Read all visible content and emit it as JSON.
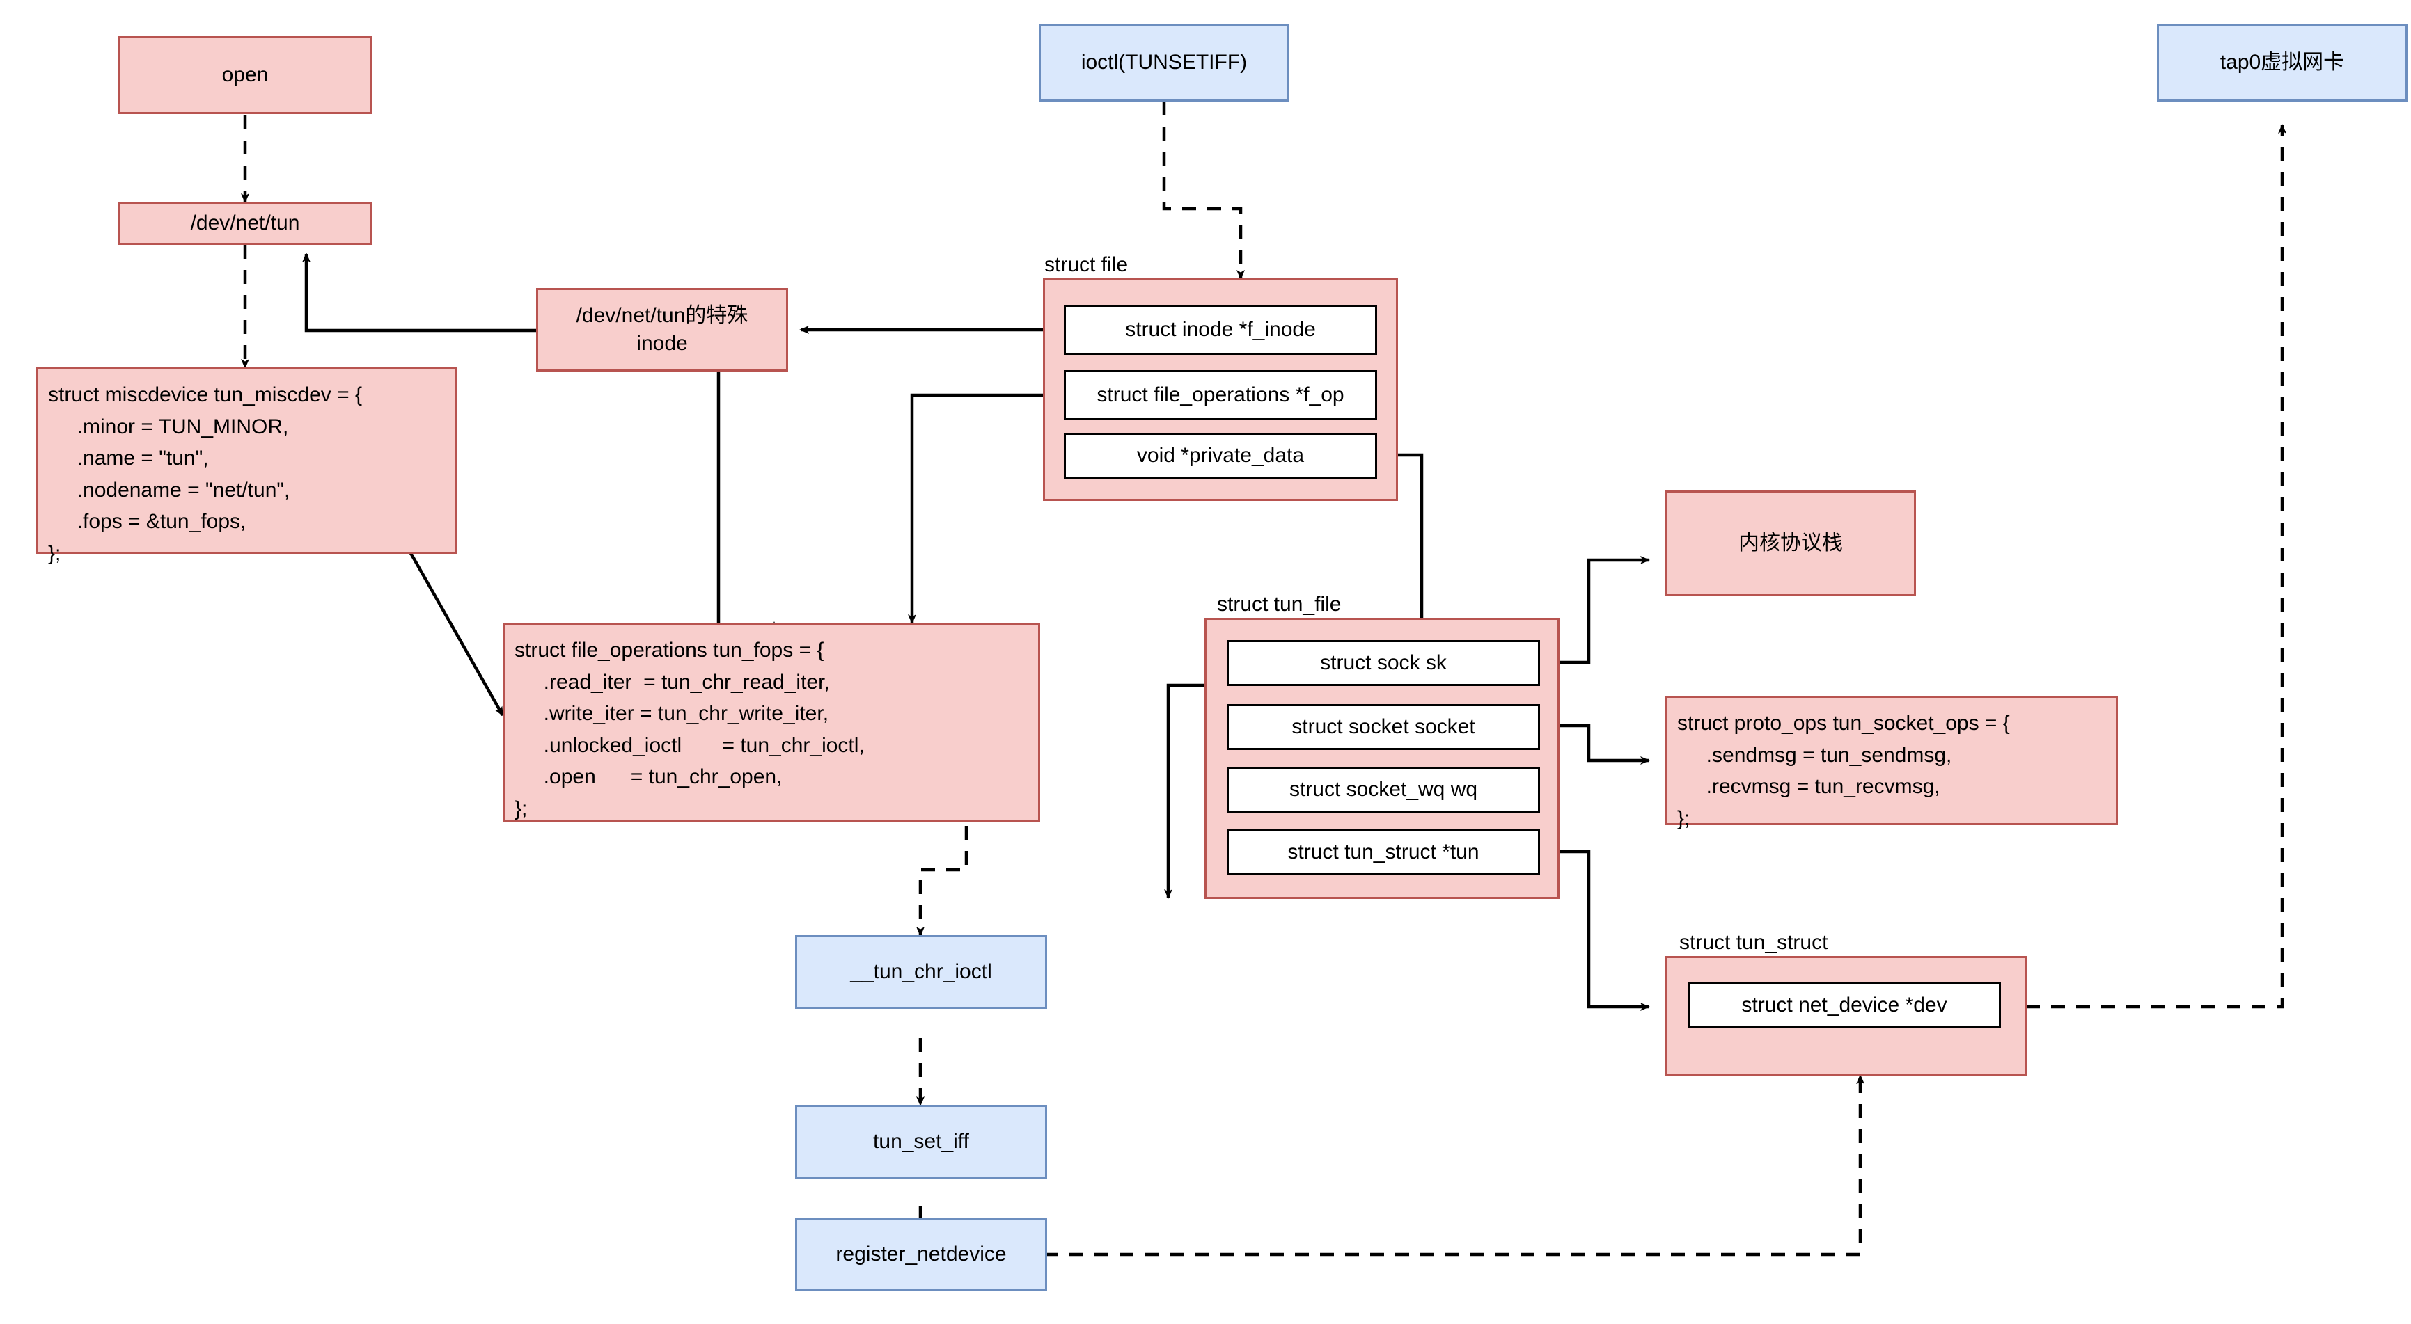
{
  "diagram": {
    "title": "Linux TUN/TAP driver data-structure flow",
    "colors": {
      "pink_fill": "#f8cecc",
      "pink_stroke": "#b85450",
      "blue_fill": "#dae8fc",
      "blue_stroke": "#6c8ebf",
      "edge": "#000000",
      "field_fill": "#ffffff",
      "field_stroke": "#000000"
    },
    "nodes": {
      "open": "open",
      "dev_net_tun": "/dev/net/tun",
      "ioctl_tunsetiff": "ioctl(TUNSETIFF)",
      "tap0": "tap0虚拟网卡",
      "special_inode": "/dev/net/tun的特殊\ninode",
      "special_inode_line1": "/dev/net/tun的特殊",
      "special_inode_line2": "inode",
      "miscdev": "struct miscdevice tun_miscdev = {\n     .minor = TUN_MINOR,\n     .name = \"tun\",\n     .nodename = \"net/tun\",\n     .fops = &tun_fops,\n};",
      "tun_fops": "struct file_operations tun_fops = {\n     .read_iter  = tun_chr_read_iter,\n     .write_iter = tun_chr_write_iter,\n     .unlocked_ioctl       = tun_chr_ioctl,\n     .open      = tun_chr_open,\n};",
      "proto_ops": "struct proto_ops tun_socket_ops = {\n     .sendmsg = tun_sendmsg,\n     .recvmsg = tun_recvmsg,\n};",
      "kernel_stack": "内核协议栈",
      "__tun_chr_ioctl": "__tun_chr_ioctl",
      "tun_set_iff": "tun_set_iff",
      "register_netdevice": "register_netdevice"
    },
    "group_captions": {
      "struct_file": "struct file",
      "struct_tun_file": "struct tun_file",
      "struct_tun_struct": "struct tun_struct"
    },
    "struct_file_fields": [
      "struct inode *f_inode",
      "struct file_operations *f_op",
      "void *private_data"
    ],
    "struct_tun_file_fields": [
      "struct sock sk",
      "struct socket socket",
      "struct socket_wq wq",
      "struct tun_struct  *tun"
    ],
    "struct_tun_struct_fields": [
      "struct net_device *dev"
    ],
    "edges": [
      {
        "from": "open",
        "to": "dev_net_tun",
        "style": "dashed",
        "arrow": true
      },
      {
        "from": "dev_net_tun",
        "to": "miscdev",
        "style": "dashed",
        "arrow": true
      },
      {
        "from": "special_inode",
        "to": "dev_net_tun",
        "style": "solid",
        "arrow": true
      },
      {
        "from": "struct_file.f_inode",
        "to": "special_inode",
        "style": "solid",
        "arrow": true
      },
      {
        "from": "special_inode",
        "to": "tun_fops",
        "style": "solid",
        "arrow": true
      },
      {
        "from": "struct_file.f_op",
        "to": "tun_fops",
        "style": "solid",
        "arrow": true
      },
      {
        "from": "miscdev",
        "to": "tun_fops",
        "style": "solid",
        "arrow": true
      },
      {
        "from": "ioctl_tunsetiff",
        "to": "struct_file",
        "style": "dashed",
        "arrow": true
      },
      {
        "from": "struct_file.private_data",
        "to": "struct_tun_file",
        "style": "solid",
        "arrow": true
      },
      {
        "from": "struct_tun_file.sk",
        "to": "kernel_stack",
        "style": "solid",
        "arrow": true
      },
      {
        "from": "struct_tun_file.socket",
        "to": "proto_ops",
        "style": "solid",
        "arrow": true
      },
      {
        "from": "struct_tun_file.tun",
        "to": "struct_tun_struct",
        "style": "solid",
        "arrow": true
      },
      {
        "from": "tun_fops.unlocked_ioctl",
        "to": "__tun_chr_ioctl",
        "style": "dashed",
        "arrow": true
      },
      {
        "from": "__tun_chr_ioctl",
        "to": "tun_set_iff",
        "style": "dashed",
        "arrow": true
      },
      {
        "from": "tun_set_iff",
        "to": "register_netdevice",
        "style": "dashed",
        "arrow": true
      },
      {
        "from": "register_netdevice",
        "to": "struct_tun_struct",
        "style": "dashed",
        "arrow": true
      },
      {
        "from": "struct_tun_struct.dev",
        "to": "tap0",
        "style": "dashed",
        "arrow": true
      }
    ]
  }
}
